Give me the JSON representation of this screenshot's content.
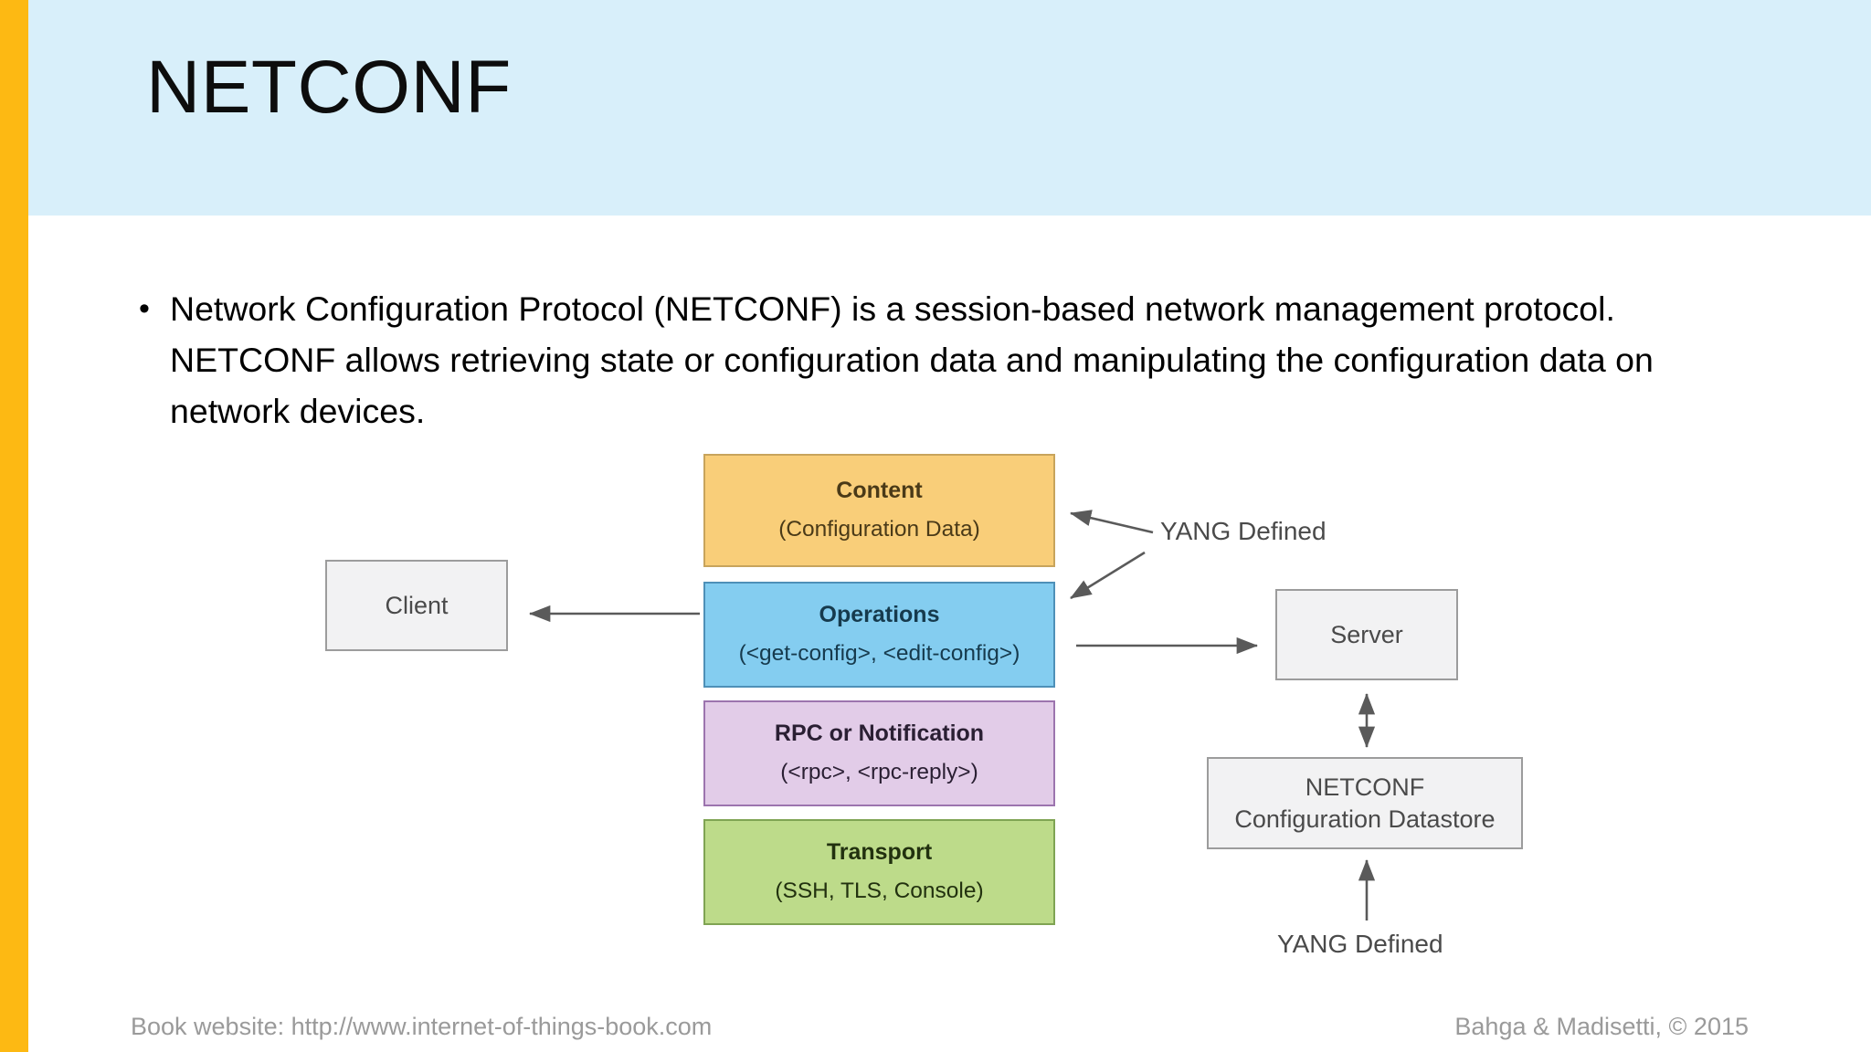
{
  "slide": {
    "title": "NETCONF",
    "accent_color": "#FDB913",
    "header_color": "#D8EFFA",
    "bullet_marker": "•",
    "bullet_text": "Network Configuration Protocol (NETCONF) is a session-based network management protocol. NETCONF allows retrieving state or configuration data and manipulating the configuration data on network devices."
  },
  "diagram": {
    "stack": [
      {
        "name": "content",
        "title": "Content",
        "subtitle": "(Configuration Data)",
        "fill": "#F9CE79",
        "border": "#C8A45C"
      },
      {
        "name": "operations",
        "title": "Operations",
        "subtitle": "(<get-config>, <edit-config>)",
        "fill": "#84CDF0",
        "border": "#4E90B8"
      },
      {
        "name": "rpc",
        "title": "RPC or Notification",
        "subtitle": "(<rpc>, <rpc-reply>)",
        "fill": "#E2CCE8",
        "border": "#9C74AE"
      },
      {
        "name": "transport",
        "title": "Transport",
        "subtitle": "(SSH, TLS, Console)",
        "fill": "#BDDB8A",
        "border": "#7FA453"
      }
    ],
    "client_label": "Client",
    "server_label": "Server",
    "datastore_line1": "NETCONF",
    "datastore_line2": "Configuration Datastore",
    "yang_label_top": "YANG Defined",
    "yang_label_bottom": "YANG Defined",
    "box_fill": "#F2F2F3",
    "box_border": "#9C9C9C",
    "arrow_color": "#5A5A5A"
  },
  "footer": {
    "left": "Book website: http://www.internet-of-things-book.com",
    "right": "Bahga & Madisetti, © 2015"
  }
}
